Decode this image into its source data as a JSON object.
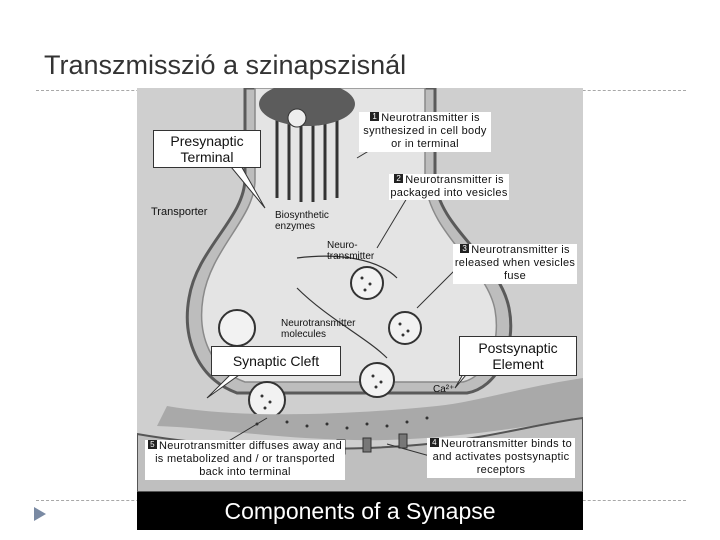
{
  "slide": {
    "title": "Transzmisszió a szinapszisnál"
  },
  "figure": {
    "caption": "Components of a Synapse",
    "callouts": {
      "presynaptic": "Presynaptic Terminal",
      "cleft": "Synaptic Cleft",
      "postsynaptic": "Postsynaptic Element"
    },
    "labels": {
      "transporter": "Transporter",
      "enzymes": "Biosynthetic enzymes",
      "neurotransmitter": "Neuro-transmitter",
      "molecules": "Neurotransmitter molecules",
      "ca": "Ca²⁺"
    },
    "steps": [
      {
        "num": "1",
        "text": "Neurotransmitter is synthesized in cell body or in terminal"
      },
      {
        "num": "2",
        "text": "Neurotransmitter is packaged into vesicles"
      },
      {
        "num": "3",
        "text": "Neurotransmitter is released when vesicles fuse"
      },
      {
        "num": "4",
        "text": "Neurotransmitter binds to and activates postsynaptic receptors"
      },
      {
        "num": "5",
        "text": "Neurotransmitter diffuses away and is metabolized and / or transported back into terminal"
      }
    ]
  }
}
